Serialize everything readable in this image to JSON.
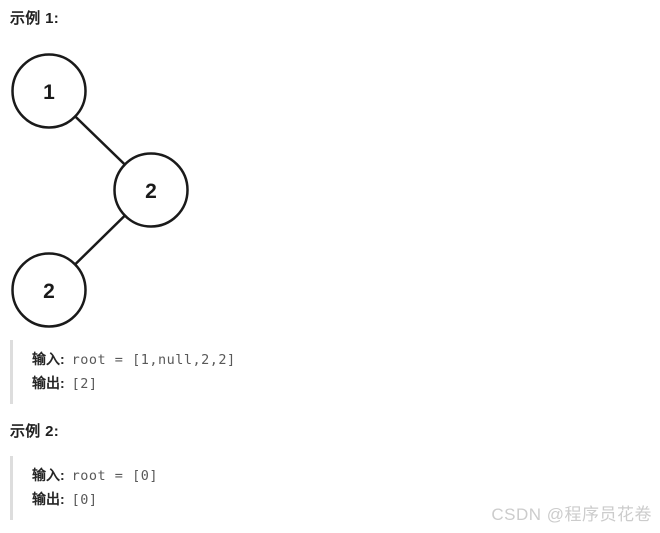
{
  "examples": [
    {
      "title": "示例 1:",
      "input_label": "输入:",
      "input_value": "root = [1,null,2,2]",
      "output_label": "输出:",
      "output_value": "[2]"
    },
    {
      "title": "示例 2:",
      "input_label": "输入:",
      "input_value": "root = [0]",
      "output_label": "输出:",
      "output_value": "[0]"
    }
  ],
  "tree": {
    "type": "binary-tree",
    "nodes": [
      {
        "id": "root",
        "value": "1"
      },
      {
        "id": "root-right",
        "value": "2"
      },
      {
        "id": "root-right-left",
        "value": "2"
      }
    ],
    "edges": [
      [
        "root",
        "root-right"
      ],
      [
        "root-right",
        "root-right-left"
      ]
    ]
  },
  "watermark": "CSDN @程序员花卷",
  "colors": {
    "background": "#ffffff",
    "heading_text": "#1f1f1f",
    "code_label": "#262626",
    "code_value": "#595959",
    "block_border": "#dddddd",
    "node_stroke": "#1a1a1a",
    "watermark": "#cccccc"
  }
}
